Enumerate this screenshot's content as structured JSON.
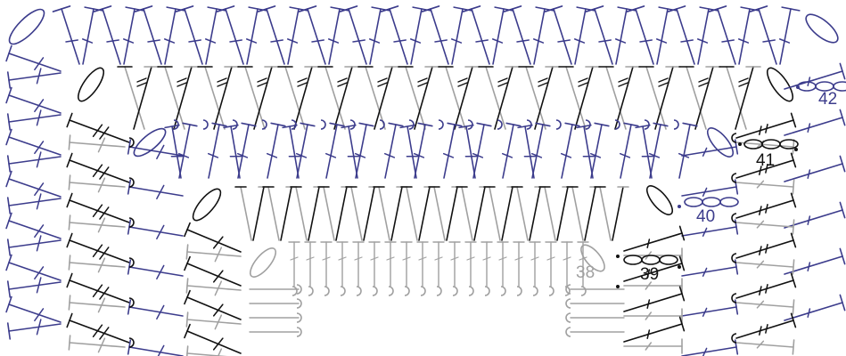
{
  "diagram": {
    "title": "",
    "colors": {
      "blue": "#3c3c8c",
      "black": "#111111",
      "gray": "#a0a0a0",
      "background": "#ffffff"
    },
    "round_labels": [
      {
        "text": "42",
        "color": "#3c3c8c"
      },
      {
        "text": "41",
        "color": "#111111"
      },
      {
        "text": "40",
        "color": "#3c3c8c"
      },
      {
        "text": "39",
        "color": "#111111"
      },
      {
        "text": "38",
        "color": "#a0a0a0"
      }
    ],
    "symbols": [
      "double-crochet-symbol",
      "half-double-crochet-symbol",
      "chain-stitch-symbol",
      "slip-stitch-symbol",
      "front-post-stitch-symbol"
    ]
  }
}
